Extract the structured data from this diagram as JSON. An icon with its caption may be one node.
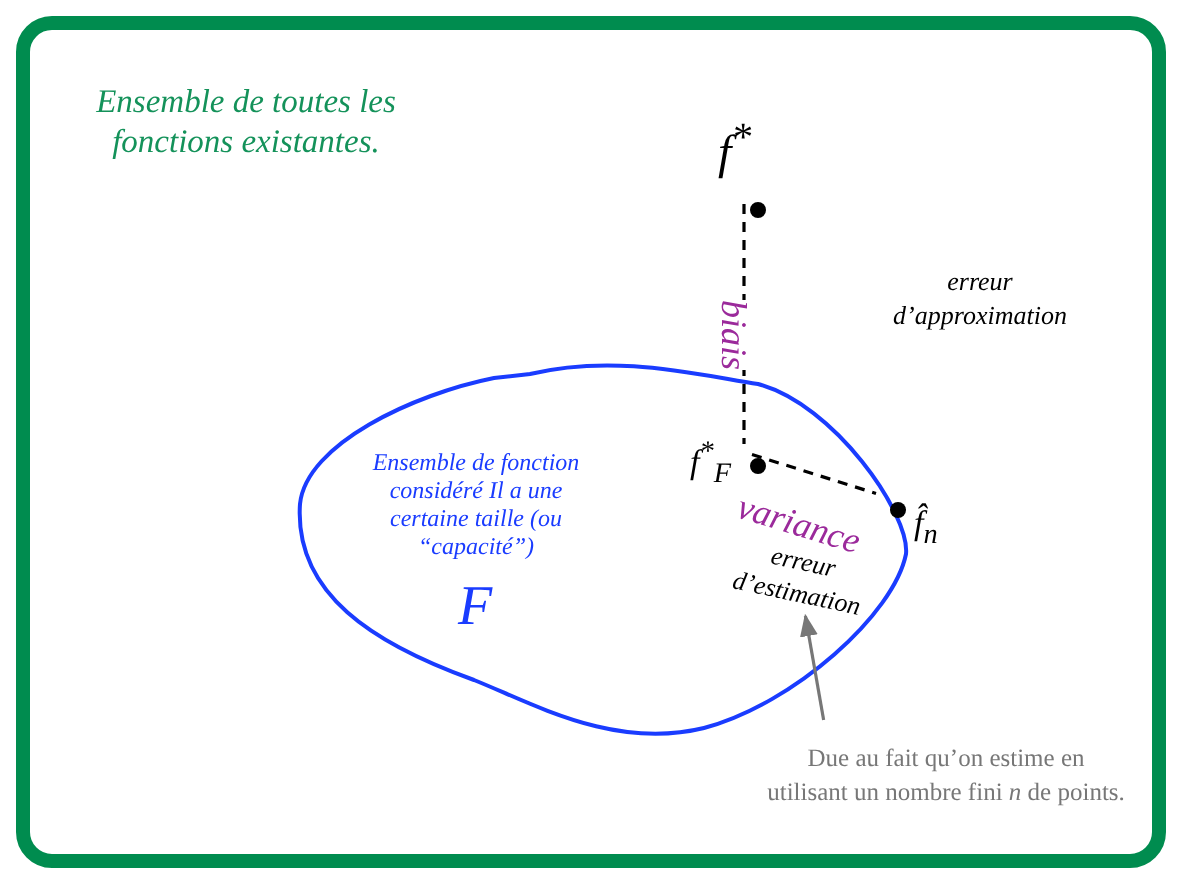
{
  "diagram": {
    "nodes": [
      {
        "text": [
          "Ensemble de toutes les fonctions existantes."
        ]
      },
      {
        "text": [
          "Ensemble de fonction considéré Il a une certaine taille (ou “capacité”)",
          "F"
        ],
        "in": 0
      },
      {
        "text": [
          "f$^{*}$"
        ],
        "in": 0
      },
      {
        "text": [
          "f$^{*}$$_{F}$"
        ],
        "in": 1
      },
      {
        "text": [
          "f̂$_{n}$"
        ],
        "in": 1
      },
      {
        "text": [
          "erreur d’estimation"
        ],
        "in": 1
      },
      {
        "text": [
          "Due au fait qu’on estime en utilisant un nombre fini *n* de points."
        ],
        "in": 0
      }
    ],
    "edges": [
      {
        "from": 2,
        "to": 3,
        "arrow": "none",
        "style": "dashed",
        "label": "biais"
      },
      {
        "from": 3,
        "to": 4,
        "arrow": "none",
        "style": "dashed",
        "label": "variance"
      },
      {
        "from": 6,
        "to": 5,
        "arrow": "to",
        "color": "#777777"
      }
    ],
    "labels": [
      "erreur d’approximation"
    ]
  }
}
